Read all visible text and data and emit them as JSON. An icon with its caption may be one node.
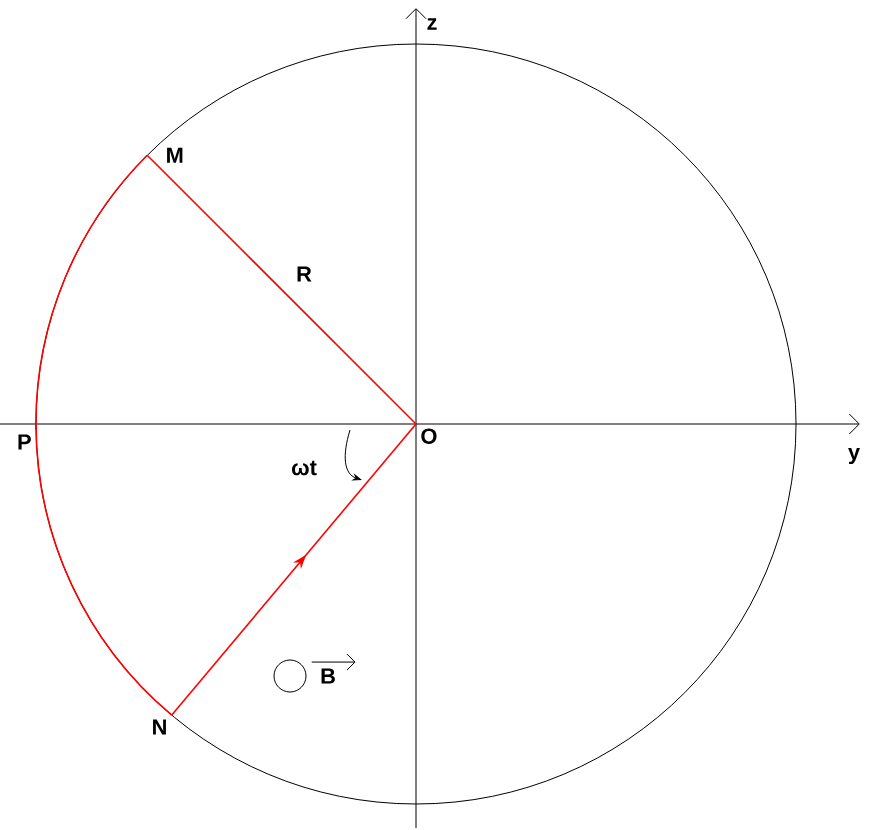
{
  "diagram": {
    "nodes": [
      {
        "text": [
          "O"
        ]
      },
      {
        "text": [
          "M"
        ]
      },
      {
        "text": [
          "N"
        ]
      },
      {
        "text": [
          "P"
        ]
      }
    ],
    "edges": [
      {
        "from": 2,
        "to": 0,
        "arrow": "to",
        "color": "#ff0000"
      },
      {
        "from": 0,
        "to": 1,
        "arrow": "none",
        "color": "#ff0000"
      },
      {
        "from": 1,
        "to": 3,
        "arrow": "none",
        "color": "#ff0000"
      },
      {
        "from": 3,
        "to": 2,
        "arrow": "none",
        "color": "#ff0000"
      }
    ],
    "labels": [
      "z",
      "R",
      "y",
      "ωt",
      "B"
    ]
  }
}
